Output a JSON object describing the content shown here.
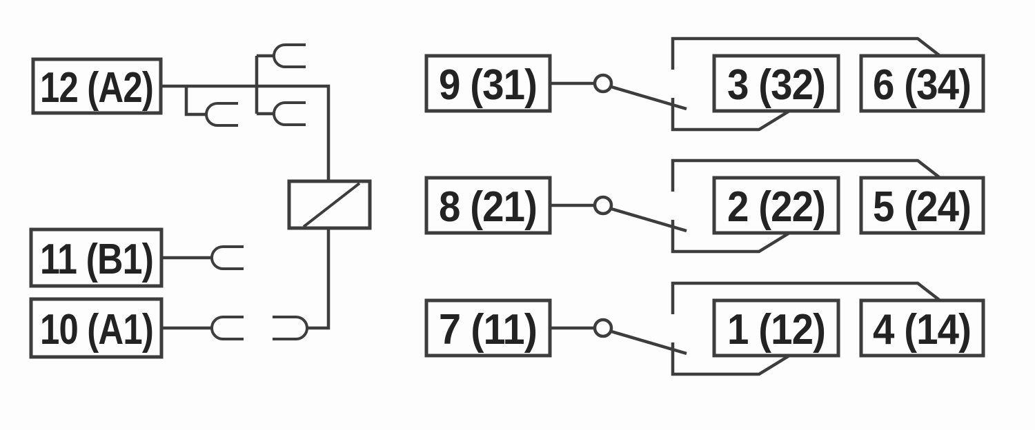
{
  "diagram": {
    "colors": {
      "line": "#3d3d3d",
      "text": "#232323",
      "background": "#fdfdfd"
    },
    "coil_terminals": [
      {
        "label": "12 (A2)"
      },
      {
        "label": "11 (B1)"
      },
      {
        "label": "10 (A1)"
      }
    ],
    "contact_rows": [
      {
        "common": "9 (31)",
        "nc": "3 (32)",
        "no": "6 (34)"
      },
      {
        "common": "8 (21)",
        "nc": "2 (22)",
        "no": "5 (24)"
      },
      {
        "common": "7 (11)",
        "nc": "1 (12)",
        "no": "4 (14)"
      }
    ]
  }
}
